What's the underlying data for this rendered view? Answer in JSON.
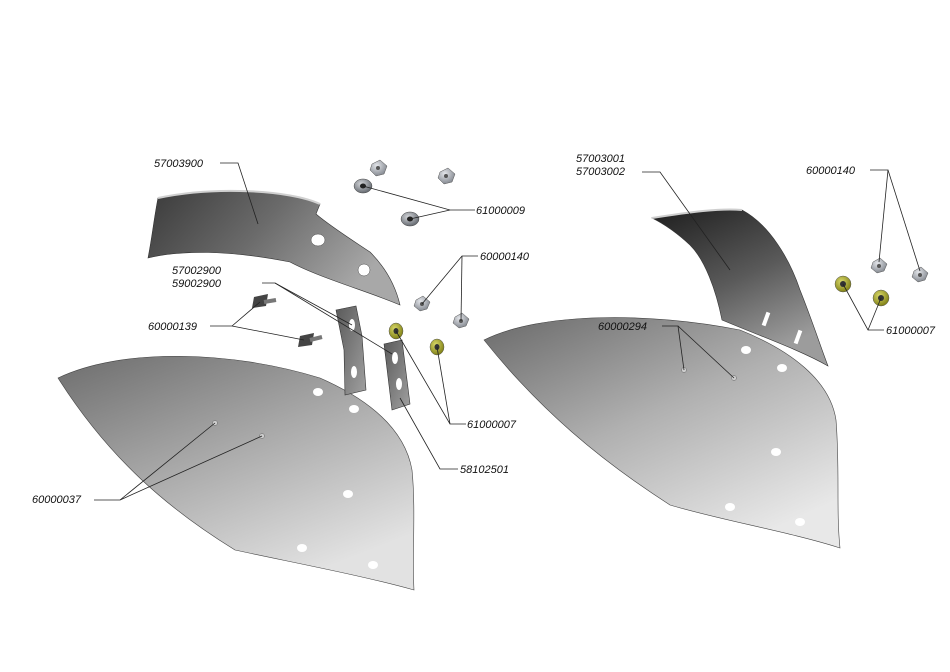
{
  "labels": {
    "l57003900": "57003900",
    "l61000009": "61000009",
    "l60000140_left": "60000140",
    "l57002900": "57002900",
    "l59002900": "59002900",
    "l60000139": "60000139",
    "l61000007_left": "61000007",
    "l58102501": "58102501",
    "l60000037": "60000037",
    "l57003001": "57003001",
    "l57003002": "57003002",
    "l60000140_right": "60000140",
    "l61000007_right": "61000007",
    "l60000294": "60000294"
  },
  "colors": {
    "washer_yellow": "#9a9a1e",
    "nut_grey": "#9aa0a8",
    "plate_dark": "#2e2e2e",
    "plate_light": "#e6e6e6"
  }
}
